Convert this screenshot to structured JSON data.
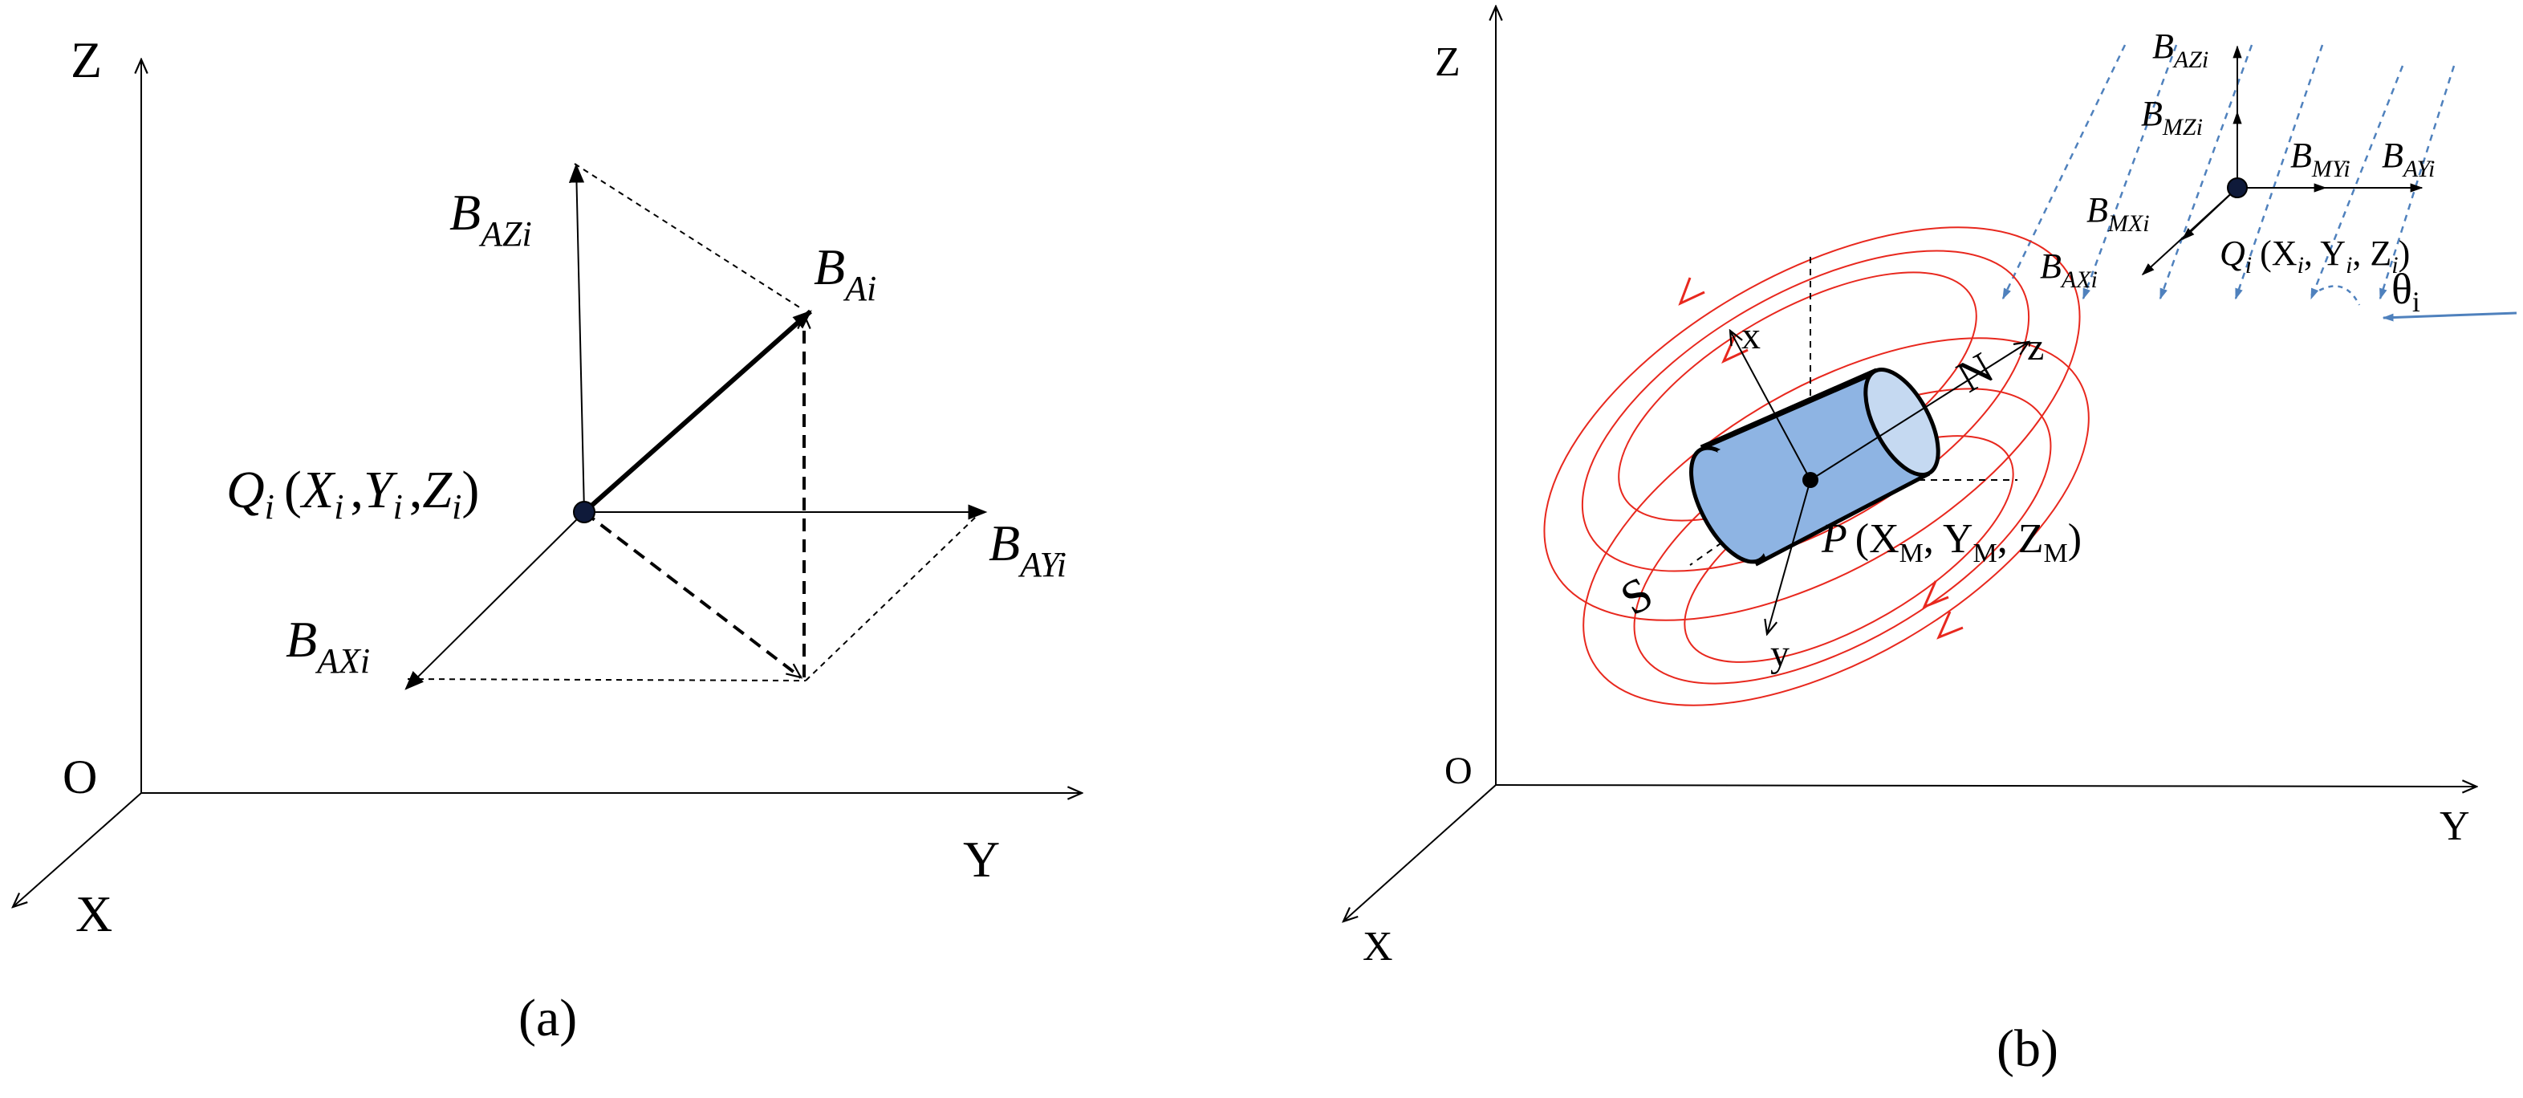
{
  "panel_a": {
    "caption": "(a)",
    "axes": {
      "z": "Z",
      "y": "Y",
      "x": "X",
      "origin": "O"
    },
    "point_q": {
      "Q": "Q",
      "Qsub": "i",
      "open": "(",
      "X": "X",
      "sep1": ",",
      "Y": "Y",
      "sep2": ",",
      "Z": "Z",
      "close": ")",
      "sub": "i"
    },
    "vectors": {
      "b_azi": {
        "base": "B",
        "sub": "AZi"
      },
      "b_ai": {
        "base": "B",
        "sub": "Ai"
      },
      "b_ayi": {
        "base": "B",
        "sub": "AYi"
      },
      "b_axi": {
        "base": "B",
        "sub": "AXi"
      }
    }
  },
  "panel_b": {
    "caption": "(b)",
    "axes": {
      "z": "Z",
      "y": "Y",
      "x": "X",
      "origin": "O"
    },
    "magnet": {
      "north": "N",
      "south": "S",
      "local_x": "x",
      "local_y": "y",
      "local_z": "z",
      "point_p": {
        "P": "P",
        "open": "(X",
        "xsub": "M",
        "sep1": ", Y",
        "ysub": "M",
        "sep2": ", Z",
        "zsub": "M",
        "close": ")"
      }
    },
    "sensor": {
      "b_azi": {
        "base": "B",
        "sub": "AZi"
      },
      "b_mzi": {
        "base": "B",
        "sub": "MZi"
      },
      "b_myi": {
        "base": "B",
        "sub": "MYi"
      },
      "b_ayi": {
        "base": "B",
        "sub": "AYi"
      },
      "b_mxi": {
        "base": "B",
        "sub": "MXi"
      },
      "b_axi": {
        "base": "B",
        "sub": "AXi"
      },
      "point_q": {
        "Q": "Q",
        "Qsub": "i",
        "open": "(X",
        "sub1": "i",
        "sep1": ", Y",
        "sub2": "i",
        "sep2": ", Z",
        "sub3": "i",
        "close": ")"
      },
      "theta": {
        "base": "θ",
        "sub": "i"
      }
    }
  },
  "colors": {
    "magnet_fill": "#8EB4E3",
    "field_lines": "#E8281E",
    "ambient_field": "#4F81BD"
  }
}
